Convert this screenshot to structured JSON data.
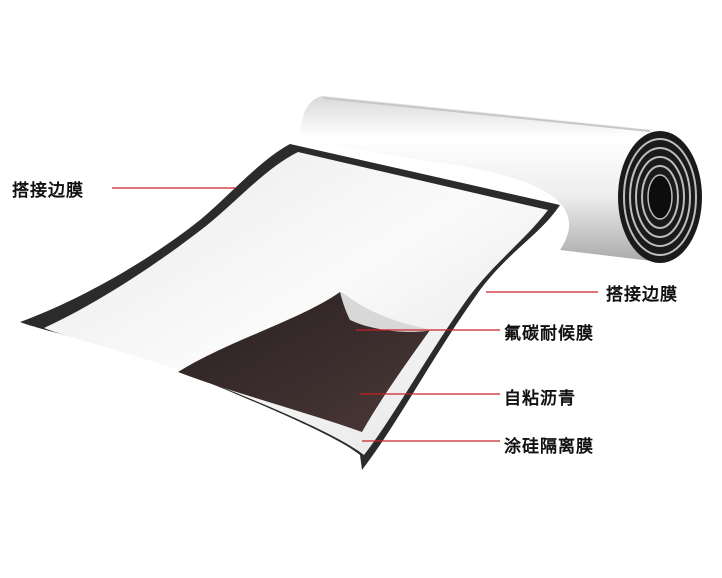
{
  "labels": {
    "overlap_edge_left": "搭接边膜",
    "overlap_edge_right": "搭接边膜",
    "fluorocarbon_film": "氟碳耐候膜",
    "self_adhesive_asphalt": "自粘沥青",
    "silicone_release_film": "涂硅隔离膜"
  },
  "colors": {
    "leader_line": "#c8202a",
    "membrane_white": "#f4f4f4",
    "membrane_edge": "#2b2b2b",
    "asphalt": "#3a2d2d",
    "label_text": "#111111"
  }
}
